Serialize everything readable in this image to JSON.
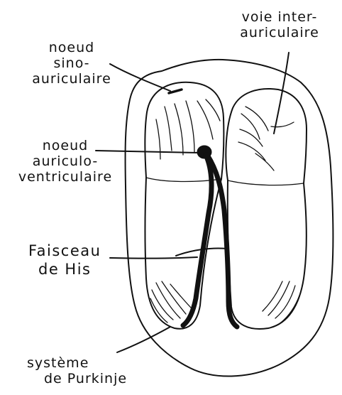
{
  "labels": {
    "sinoatrial_node": [
      "noeud",
      "sino-",
      "auriculaire"
    ],
    "interatrial_pathway": [
      "voie inter-",
      "auriculaire"
    ],
    "atrioventricular_node": [
      "noeud",
      "auriculo-",
      "ventriculaire"
    ],
    "bundle_of_his": [
      "Faisceau",
      "de His"
    ],
    "purkinje_system": [
      "système",
      "de Purkinje"
    ]
  },
  "colors": {
    "ink": "#111111",
    "background": "#ffffff"
  }
}
